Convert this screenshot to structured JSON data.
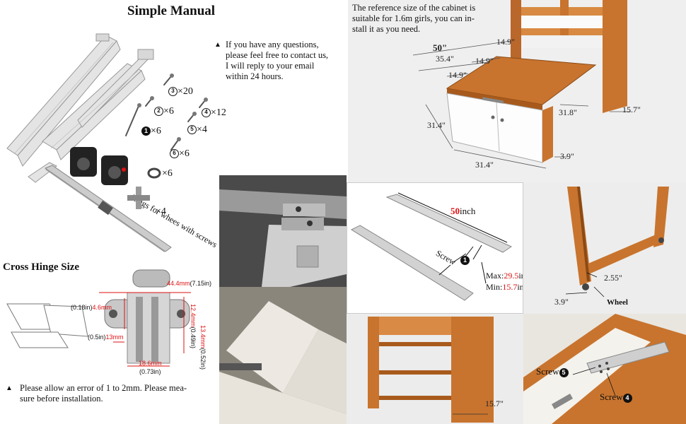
{
  "manual": {
    "title": "Simple Manual",
    "notice_lines": [
      "If you have any questions,",
      "please feel free to contact us,",
      "I will reply to your email",
      "within 24 hours."
    ],
    "parts": [
      {
        "num": "3",
        "qty": "×20"
      },
      {
        "num": "2",
        "qty": "×6"
      },
      {
        "num": "4",
        "qty": "×12"
      },
      {
        "num": "5",
        "qty": "×4"
      },
      {
        "num": "1",
        "qty": "×6"
      },
      {
        "num": "6",
        "qty": "×6"
      }
    ],
    "ring_qty": "×6",
    "rings_note": "Rings for whees with screws",
    "cross_qty": "×4"
  },
  "hinge": {
    "title": "Cross Hinge Size",
    "dims": {
      "d1": "44.4mm",
      "d1b": "(7.15in)",
      "d2": "(0.18in)",
      "d2b": "4.6mm",
      "d3": "(0.5in)",
      "d3b": "13mm",
      "d4": "12.4mm",
      "d4b": "(0.49in)",
      "d5": "13.4mm",
      "d5b": "(0.52in)",
      "d6": "18.6mm",
      "d6b": "(0.73in)"
    },
    "warning_lines": [
      "Please allow an error of 1 to 2mm. Please mea-",
      "sure before installation."
    ]
  },
  "cabinet": {
    "note_lines": [
      "The reference size of the cabinet is",
      "suitable for 1.6m girls, you can in-",
      "stall it as you need."
    ],
    "dims": {
      "w50": "50\"",
      "d354": "35.4\"",
      "d149a": "14.9\"",
      "d149b": "14.9\"",
      "d149c": "14.9\"",
      "h314": "31.4\"",
      "w314": "31.4\"",
      "d318": "31.8\"",
      "d157": "15.7\"",
      "d39": "3.9\""
    }
  },
  "rail": {
    "length_num": "50",
    "length_unit": "inch",
    "screw_label": "Screw",
    "screw_num": "1",
    "max_label": "Max:",
    "max_val": "29.5",
    "min_label": "Min:",
    "min_val": "15.7",
    "unit": "in"
  },
  "wheel": {
    "d255": "2.55\"",
    "d39": "3.9\"",
    "label": "Wheel"
  },
  "shelf": {
    "d157": "15.7\""
  },
  "closeup": {
    "screw5_label": "Screw",
    "screw5_num": "5",
    "screw4_label": "Screw",
    "screw4_num": "4"
  },
  "colors": {
    "wood": "#c8742e",
    "wood_dark": "#a85a1c",
    "accent_red": "#d11111"
  }
}
